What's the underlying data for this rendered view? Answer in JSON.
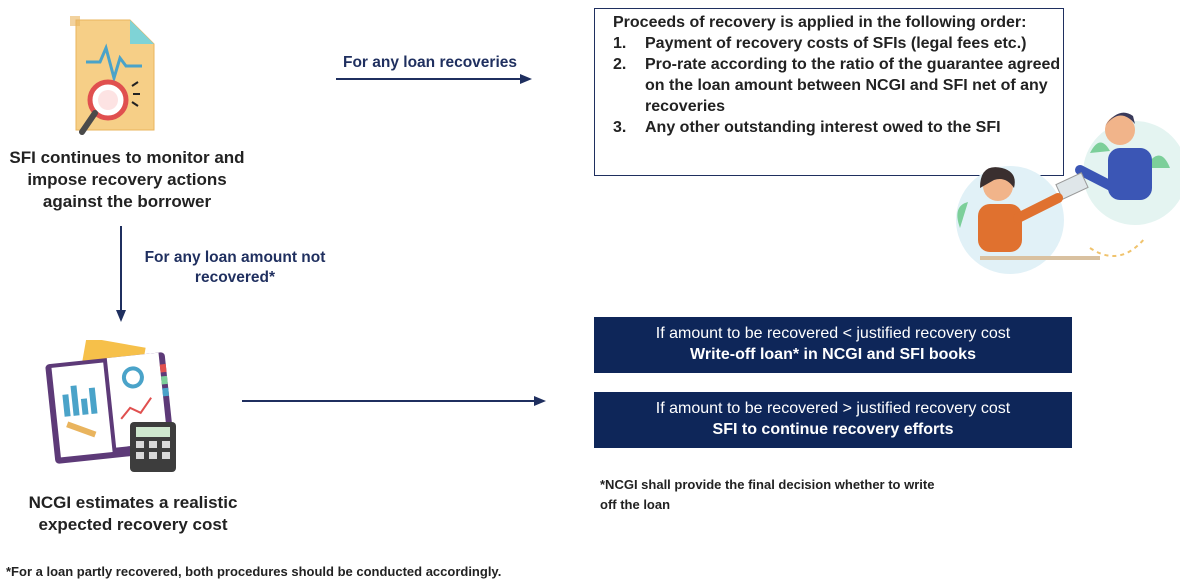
{
  "step1": {
    "text": "SFI continues to monitor and impose recovery actions against the borrower",
    "icon": "document-magnifier-icon"
  },
  "step2": {
    "text": "NCGI estimates a realistic expected recovery cost",
    "icon": "notebook-calculator-icon"
  },
  "arrow_top_label": "For any loan recoveries",
  "arrow_down_label": "For any loan amount not recovered*",
  "order_box": {
    "heading": "Proceeds of recovery is applied in the following order:",
    "items": [
      {
        "num": "1.",
        "text": "Payment of recovery costs of SFIs (legal fees etc.)"
      },
      {
        "num": "2.",
        "text": "Pro-rate according to the ratio of the guarantee agreed on the loan amount between NCGI and SFI net of any recoveries"
      },
      {
        "num": "3.",
        "text": "Any other outstanding interest owed to the SFI"
      }
    ]
  },
  "illustration": "people-exchanging-money-icon",
  "decisions": [
    {
      "condition": "If amount to be recovered < justified recovery cost",
      "action": "Write-off loan* in NCGI and SFI books"
    },
    {
      "condition": "If amount to be recovered > justified recovery cost",
      "action": "SFI to continue recovery efforts"
    }
  ],
  "note_decision": "*NCGI shall provide the final decision whether to write off the loan",
  "footnote": "*For a loan partly recovered, both procedures should be conducted accordingly.",
  "colors": {
    "navy": "#0e2659",
    "accent": "#1f2f5f"
  }
}
